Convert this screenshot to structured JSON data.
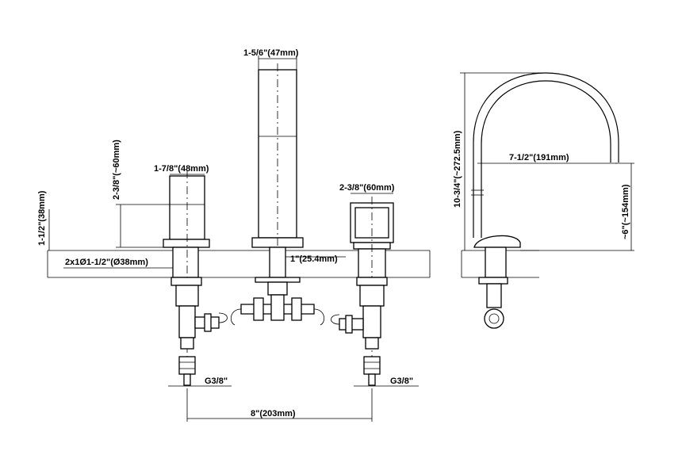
{
  "front_view": {
    "dims": {
      "spout_width": "1-5/6\"(47mm)",
      "handle_width": "1-7/8\"(48mm)",
      "handle_height": "2-3/8\"(~60mm)",
      "diverter_width": "2-3/8\"(60mm)",
      "deck_offset": "1-1/2\"(38mm)",
      "holes": "2x1Ø1-1/2\"(Ø38mm)",
      "deck_thickness": "1\"(25.4mm)",
      "thread_left": "G3/8\"",
      "thread_right": "G3/8\"",
      "spread": "8\"(203mm)"
    }
  },
  "side_view": {
    "dims": {
      "total_height": "10-3/4\"(~272.5mm)",
      "reach": "7-1/2\"(191mm)",
      "spout_height": "~6\"(~154mm)"
    }
  }
}
